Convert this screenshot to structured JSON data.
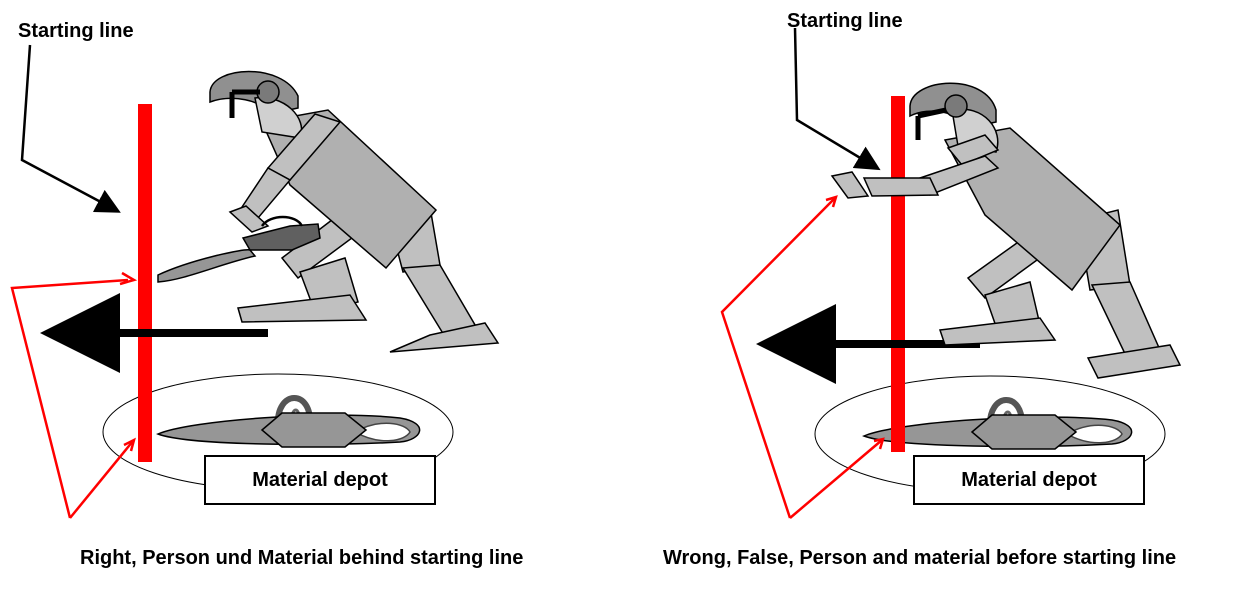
{
  "left_panel": {
    "starting_line_label": "Starting line",
    "depot_label": "Material depot",
    "caption": "Right, Person und Material behind starting line"
  },
  "right_panel": {
    "starting_line_label": "Starting line",
    "depot_label": "Material depot",
    "caption": "Wrong, False, Person and material before starting line"
  },
  "colors": {
    "starting_line": "#ff0000",
    "pointer_arrows": "#ff0000",
    "direction_arrow": "#000000",
    "figure_light": "#c0c0c0",
    "figure_mid": "#969696",
    "figure_dark": "#606060"
  },
  "icons": {
    "figure": "worker-with-chainsaw-icon",
    "saw": "chainsaw-icon"
  }
}
